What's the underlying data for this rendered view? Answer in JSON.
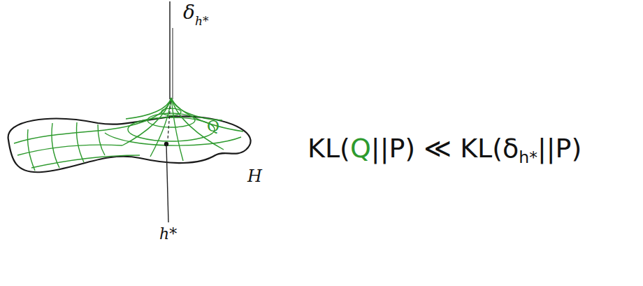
{
  "diagram": {
    "labels": [
      "δ",
      "h*",
      "Q",
      "H",
      "h*",
      "KL(",
      "Q",
      "||P) ≪ KL(δ",
      "h*",
      "||P)"
    ]
  }
}
